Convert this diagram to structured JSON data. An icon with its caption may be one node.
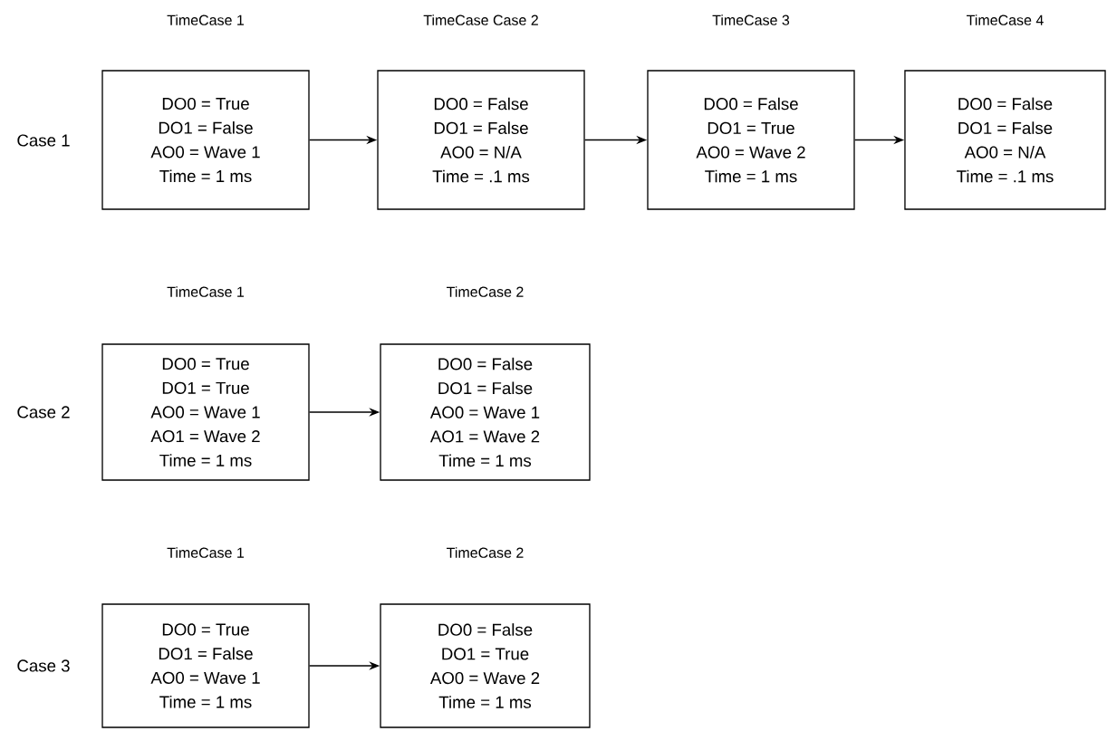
{
  "diagram": {
    "nodes": [
      {
        "text": [
          "TimeCase 1",
          "DO0 = True",
          "DO1 = False",
          "AO0 = Wave 1",
          "Time = 1 ms"
        ]
      },
      {
        "text": [
          "TimeCase Case 2",
          "DO0 = False",
          "DO1 = False",
          "AO0 = N/A",
          "Time = .1 ms"
        ]
      },
      {
        "text": [
          "TimeCase 3",
          "DO0 = False",
          "DO1 = True",
          "AO0 = Wave 2",
          "Time = 1 ms"
        ]
      },
      {
        "text": [
          "TimeCase 4",
          "DO0 = False",
          "DO1 = False",
          "AO0 = N/A",
          "Time = .1 ms"
        ]
      },
      {
        "text": [
          "TimeCase 1",
          "DO0 = True",
          "DO1 = True",
          "AO0 = Wave 1",
          "AO1 = Wave 2",
          "Time = 1 ms"
        ]
      },
      {
        "text": [
          "TimeCase 2",
          "DO0 = False",
          "DO1 = False",
          "AO0 = Wave 1",
          "AO1 = Wave 2",
          "Time = 1 ms"
        ]
      },
      {
        "text": [
          "TimeCase 1",
          "DO0 = True",
          "DO1 = False",
          "AO0 = Wave 1",
          "Time = 1 ms"
        ]
      },
      {
        "text": [
          "TimeCase 2",
          "DO0 = False",
          "DO1 = True",
          "AO0 = Wave 2",
          "Time = 1 ms"
        ]
      }
    ],
    "edges": [
      {
        "from": 0,
        "to": 1,
        "arrow": "to"
      },
      {
        "from": 1,
        "to": 2,
        "arrow": "to"
      },
      {
        "from": 2,
        "to": 3,
        "arrow": "to"
      },
      {
        "from": 4,
        "to": 5,
        "arrow": "to"
      },
      {
        "from": 6,
        "to": 7,
        "arrow": "to"
      }
    ],
    "labels": [
      "Case 1",
      "Case 2",
      "Case 3"
    ]
  }
}
